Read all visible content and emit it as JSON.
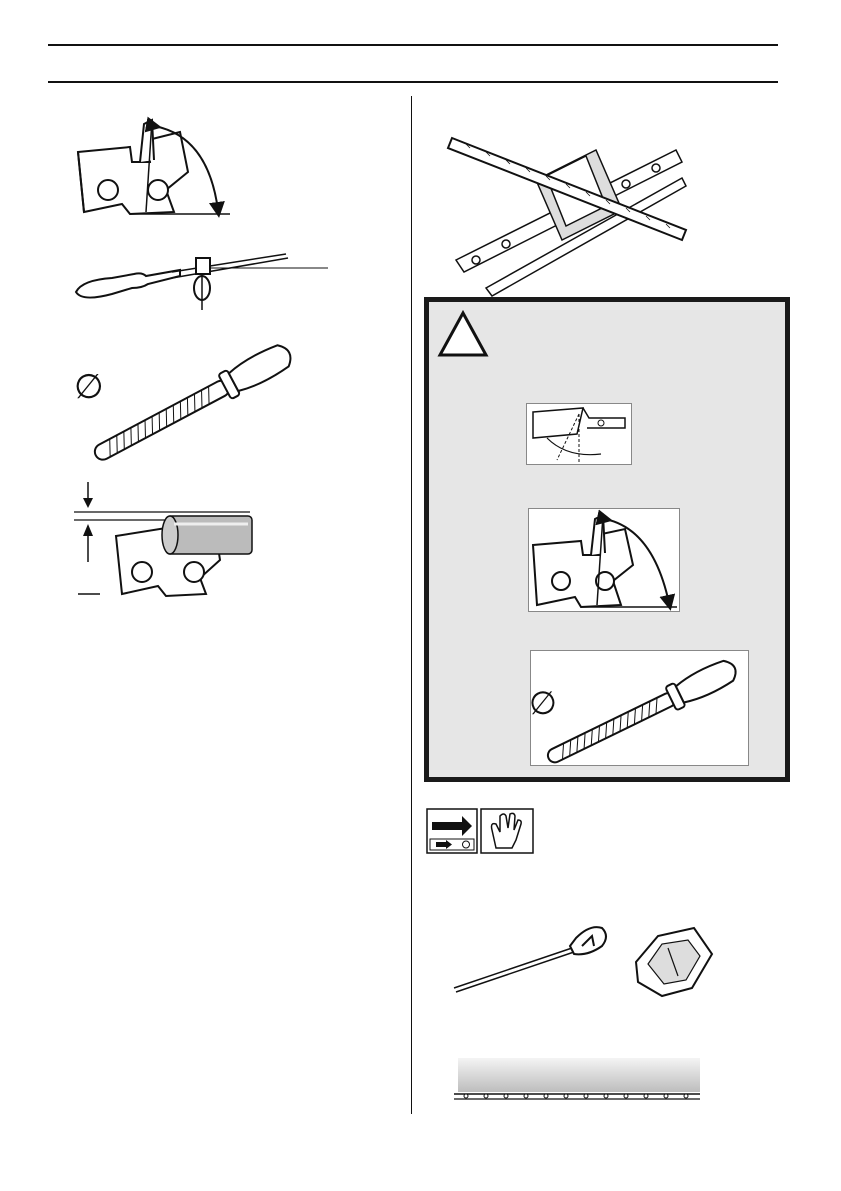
{
  "page": {
    "columns": 2
  },
  "figures": {
    "left": [
      {
        "id": "cutter-angle",
        "icon": "cutter-tooth-angle-icon"
      },
      {
        "id": "file-holder",
        "icon": "file-with-holder-icon"
      },
      {
        "id": "file-diameter",
        "icon": "round-file-diameter-icon",
        "symbol": "∅"
      },
      {
        "id": "depth-gauge",
        "icon": "depth-gauge-setting-icon"
      }
    ],
    "right": [
      {
        "id": "depth-gauge-tool",
        "icon": "depth-gauge-tool-on-chain-icon"
      },
      {
        "id": "ppe-icons",
        "icon": "read-manual-gloves-icon"
      },
      {
        "id": "sharpening-kit",
        "icon": "file-and-gauge-tool-icon"
      },
      {
        "id": "chain-strip",
        "icon": "saw-chain-strip-icon"
      }
    ]
  },
  "warning": {
    "icon": "warning-triangle-icon",
    "diameter_symbol": "∅",
    "panels": [
      {
        "id": "top-plate-angle",
        "icon": "top-plate-angle-icon"
      },
      {
        "id": "cutter-angle-2",
        "icon": "cutter-tooth-angle-icon"
      },
      {
        "id": "file-diameter-2",
        "icon": "round-file-diameter-icon"
      }
    ]
  },
  "colors": {
    "ink": "#111111",
    "warning_bg": "#e6e6e6",
    "warning_border": "#1a1a1a"
  }
}
